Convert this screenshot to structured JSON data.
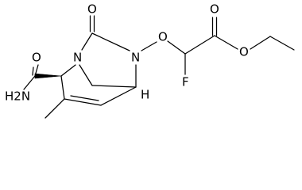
{
  "atoms": {
    "o_lactam": "O",
    "n_bridgehead": "N",
    "n_ring": "N",
    "o_ether": "O",
    "o_carbonyl": "O",
    "o_ester": "O",
    "fluorine": "F",
    "amide_nh2": "H2N",
    "amide_o": "O",
    "h_stereo": "H"
  }
}
